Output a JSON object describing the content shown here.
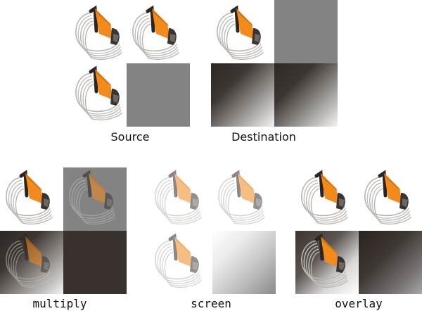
{
  "labels": {
    "source": "Source",
    "destination": "Destination",
    "multiply": "multiply",
    "screen": "screen",
    "overlay": "overlay"
  },
  "colors": {
    "blade_orange": "#f28a1c",
    "tile_gray": "#838383",
    "dark_fill": "#39312e"
  },
  "icons": {
    "tile_subject": "pastry-cutter-icon"
  }
}
